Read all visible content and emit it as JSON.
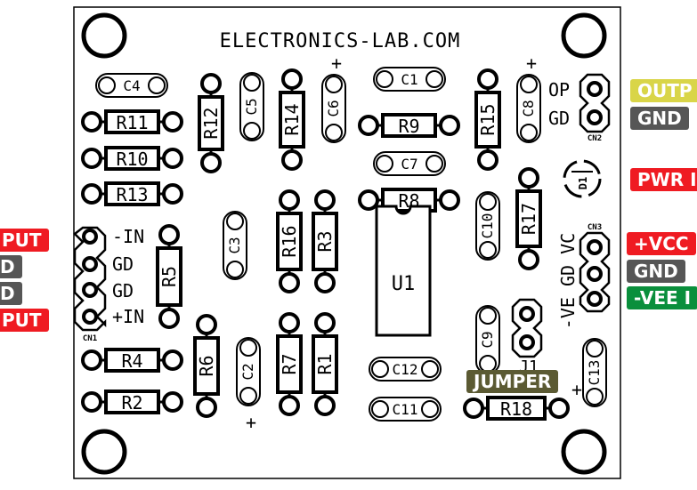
{
  "pcb": {
    "title": "ELECTRONICS-LAB.COM",
    "resistors": [
      {
        "id": "r11",
        "label": "R11"
      },
      {
        "id": "r10",
        "label": "R10"
      },
      {
        "id": "r13",
        "label": "R13"
      },
      {
        "id": "r4",
        "label": "R4"
      },
      {
        "id": "r2",
        "label": "R2"
      },
      {
        "id": "r9",
        "label": "R9"
      },
      {
        "id": "r8",
        "label": "R8"
      },
      {
        "id": "r18",
        "label": "R18"
      },
      {
        "id": "r12",
        "label": "R12"
      },
      {
        "id": "r14",
        "label": "R14"
      },
      {
        "id": "r15",
        "label": "R15"
      },
      {
        "id": "r16",
        "label": "R16"
      },
      {
        "id": "r3",
        "label": "R3"
      },
      {
        "id": "r5",
        "label": "R5"
      },
      {
        "id": "r17",
        "label": "R17"
      },
      {
        "id": "r6",
        "label": "R6"
      },
      {
        "id": "r7",
        "label": "R7"
      },
      {
        "id": "r1",
        "label": "R1"
      }
    ],
    "capacitors": [
      {
        "id": "c4",
        "label": "C4"
      },
      {
        "id": "c1",
        "label": "C1"
      },
      {
        "id": "c7",
        "label": "C7"
      },
      {
        "id": "c12",
        "label": "C12"
      },
      {
        "id": "c11",
        "label": "C11"
      },
      {
        "id": "c5",
        "label": "C5"
      },
      {
        "id": "c6",
        "label": "C6"
      },
      {
        "id": "c8",
        "label": "C8"
      },
      {
        "id": "c3",
        "label": "C3"
      },
      {
        "id": "c10",
        "label": "C10"
      },
      {
        "id": "c9",
        "label": "C9"
      },
      {
        "id": "c2",
        "label": "C2"
      },
      {
        "id": "c13",
        "label": "C13"
      }
    ],
    "plus_sign": "+",
    "ic_label": "U1",
    "diode_label": "D1",
    "jumper_label": "J1",
    "cn1": {
      "label": "CN1",
      "pins": [
        "-IN",
        "GD",
        "GD",
        "+IN"
      ]
    },
    "cn2": {
      "label": "CN2",
      "pins": [
        "OP",
        "GD"
      ]
    },
    "cn3": {
      "label": "CN3",
      "pins_text": "-VE GD VC"
    }
  },
  "tags": {
    "left_top": "PUT",
    "left_d1": "D",
    "left_d2": "D",
    "left_bottom": "PUT",
    "output": "OUTP",
    "gnd_top": "GND",
    "pwr": "PWR I",
    "vcc": "+VCC",
    "gnd_mid": "GND",
    "vee": "-VEE I",
    "jumper": "JUMPER"
  },
  "colors": {
    "red": "#ef1b22",
    "gray": "#565656",
    "green": "#0a8f3c",
    "yellow": "#d9d548",
    "olive": "#5b5a33",
    "silkscreen": "#000000",
    "board": "#ffffff"
  }
}
